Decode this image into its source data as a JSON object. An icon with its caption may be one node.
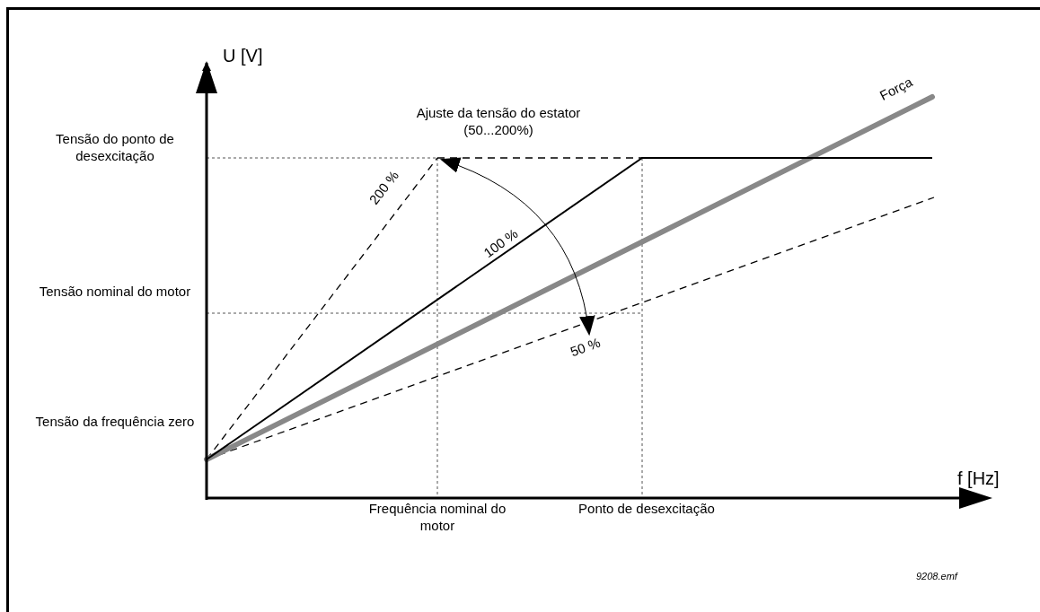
{
  "diagram": {
    "labels": [
      "U [V]",
      "Ajuste da tensão do estator (50...200%)",
      "Força",
      "Tensão do ponto de desexcitação",
      "200 %",
      "100 %",
      "Tensão nominal do motor",
      "50 %",
      "Tensão da frequência zero",
      "f [Hz]",
      "Frequência nominal do motor",
      "Ponto de desexcitação",
      "9208.emf"
    ]
  }
}
